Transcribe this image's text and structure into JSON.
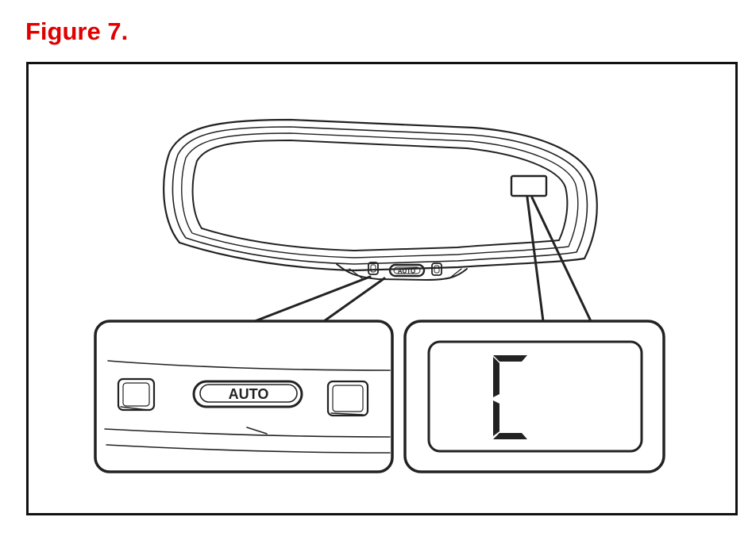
{
  "figure": {
    "title": "Figure 7."
  },
  "mirror": {
    "button_label_small": "AUTO"
  },
  "auto_callout": {
    "button_label": "AUTO"
  },
  "display_callout": {
    "readout": "C"
  },
  "colors": {
    "title": "#e00000",
    "line": "#222222",
    "background": "#ffffff"
  }
}
